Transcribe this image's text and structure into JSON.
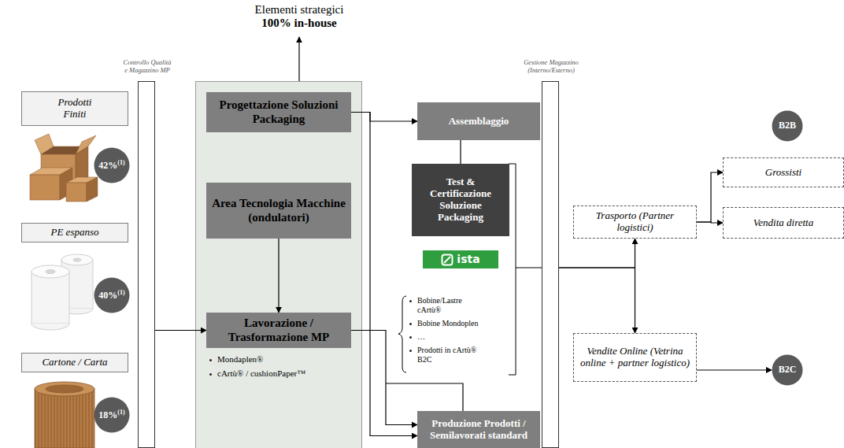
{
  "diagram": {
    "nodes": [
      {
        "text": [
          "Controllo Qualità e Magazzino MP"
        ]
      },
      {
        "text": [
          "Prodotti Finiti"
        ]
      },
      {
        "text": [
          "42%",
          "(1)"
        ]
      },
      {
        "text": [
          "PE espanso"
        ]
      },
      {
        "text": [
          "40%",
          "(1)"
        ]
      },
      {
        "text": [
          "Cartone / Carta"
        ]
      },
      {
        "text": [
          "18%",
          "(1)"
        ]
      },
      {
        "text": [
          "Elementi strategici",
          "100% in-house"
        ]
      },
      {
        "text": [
          "Progettazione Soluzioni Packaging"
        ],
        "in": 7
      },
      {
        "text": [
          "Area Tecnologia Macchine (ondulatori)"
        ],
        "in": 7
      },
      {
        "text": [
          "Lavorazione / Trasformazione MP"
        ],
        "in": 7
      },
      {
        "text": [
          "Assemblaggio"
        ]
      },
      {
        "text": [
          "Test & Certificazione Soluzione Packaging"
        ]
      },
      {
        "text": [
          "ista"
        ]
      },
      {
        "text": [
          "Produzione Prodotti / Semilavorati standard"
        ]
      },
      {
        "text": [
          "Gestione Magazzino (Interno/Esterno)"
        ]
      },
      {
        "text": [
          "B2B"
        ]
      },
      {
        "text": [
          "Grossisti"
        ]
      },
      {
        "text": [
          "Trasporto (Partner logistici)"
        ]
      },
      {
        "text": [
          "Vendita diretta"
        ]
      },
      {
        "text": [
          "Vendite Online (Vetrina online + partner logistico)"
        ]
      },
      {
        "text": [
          "B2C"
        ]
      }
    ],
    "edges": [
      {
        "from": 0,
        "to": 10,
        "arrow": "to"
      },
      {
        "from": 9,
        "to": 10,
        "arrow": "to"
      },
      {
        "from": 8,
        "to": 11,
        "arrow": "to"
      },
      {
        "from": 8,
        "to": 14,
        "arrow": "to"
      },
      {
        "from": 10,
        "to": 14,
        "arrow": "to"
      },
      {
        "from": 11,
        "to": 12,
        "arrow": "none"
      },
      {
        "from": 15,
        "to": 18,
        "arrow": "to"
      },
      {
        "from": 15,
        "to": 20,
        "arrow": "to"
      },
      {
        "from": 18,
        "to": 17,
        "arrow": "to"
      },
      {
        "from": 18,
        "to": 19,
        "arrow": "to"
      },
      {
        "from": 20,
        "to": 21,
        "arrow": "to"
      }
    ],
    "labels": [
      "Mondaplen®",
      "cArtù® / cushionPaper™",
      "Bobine/Lastre cArtù®",
      "Bobine Mondoplen",
      "…",
      "Prodotti in cArtù® B2C"
    ]
  }
}
